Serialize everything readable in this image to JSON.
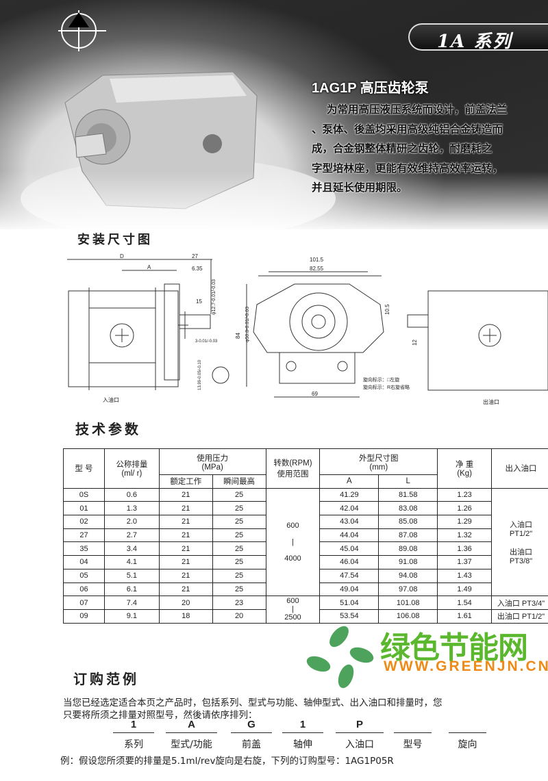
{
  "header": {
    "series_badge": "1A 系列",
    "product_title": "1AG1P 高压齿轮泵",
    "description_lines": [
      "为常用高压液压系统而设计，前盖法兰",
      "、泵体、後盖均采用高级纯铝合金铸造而",
      "成，合金钢整体精研之齿轮，耐磨耗之",
      "字型培林座，更能有效维持高效率运转，",
      "并且延长使用期限。"
    ]
  },
  "drawing": {
    "title": "安装尺寸图",
    "labels": {
      "D": "D",
      "A": "A",
      "d27": "27",
      "d635": "6.35",
      "d15": "15",
      "shaft": "φ12.7-0.01/-0.03",
      "key": "3-0.01/-0.03",
      "keyh": "13.99-0.05/-0.10",
      "w1015": "101.5",
      "w8255": "82.55",
      "pilot": "φ50.8-0.01/-0.03",
      "h84": "84",
      "d105": "10.5",
      "d69": "69",
      "d12": "12",
      "inlet": "入油口",
      "outlet": "出油口",
      "rot1": "旋向标示：□左旋",
      "rot2": "旋向标示：R右旋省略"
    }
  },
  "specs": {
    "title": "技术参数",
    "headers": {
      "model": "型 号",
      "disp": "公称排量",
      "disp_unit": "(ml/ r)",
      "pressure": "使用压力",
      "pressure_unit": "(MPa)",
      "rated": "额定工作",
      "peak": "瞬间最高",
      "rpm": "转数(RPM)",
      "rpm2": "使用范围",
      "dims": "外型尺寸图",
      "dims_unit": "(mm)",
      "A": "A",
      "L": "L",
      "weight": "净 重",
      "weight_unit": "(Kg)",
      "ports": "出入油口"
    },
    "rows": [
      [
        "0S",
        "0.6",
        "21",
        "25",
        "41.29",
        "81.58",
        "1.23"
      ],
      [
        "01",
        "1.3",
        "21",
        "25",
        "42.04",
        "83.08",
        "1.26"
      ],
      [
        "02",
        "2.0",
        "21",
        "25",
        "43.04",
        "85.08",
        "1.29"
      ],
      [
        "27",
        "2.7",
        "21",
        "25",
        "44.04",
        "87.08",
        "1.32"
      ],
      [
        "35",
        "3.4",
        "21",
        "25",
        "45.04",
        "89.08",
        "1.36"
      ],
      [
        "04",
        "4.1",
        "21",
        "25",
        "46.04",
        "91.08",
        "1.37"
      ],
      [
        "05",
        "5.1",
        "21",
        "25",
        "47.54",
        "94.08",
        "1.43"
      ],
      [
        "06",
        "6.1",
        "21",
        "25",
        "49.04",
        "97.08",
        "1.49"
      ],
      [
        "07",
        "7.4",
        "20",
        "23",
        "51.04",
        "101.08",
        "1.54"
      ],
      [
        "09",
        "9.1",
        "18",
        "20",
        "53.54",
        "106.08",
        "1.61"
      ]
    ],
    "rpm_group1": [
      "600",
      "|",
      "4000"
    ],
    "rpm_group2": [
      "600",
      "|",
      "2500"
    ],
    "ports_group1": [
      "入油口",
      "PT1/2\"",
      "出油口",
      "PT3/8\""
    ],
    "ports_group2": [
      "入油口 PT3/4\"",
      "出油口 PT1/2\""
    ]
  },
  "order": {
    "title": "订购范例",
    "text1": "当您已经选定适合本页之产品时，包括系列、型式与功能、轴伸型式、出入油口和排量时，您",
    "text2": "只要将所须之排量对照型号，然後请依序排列：",
    "codes": [
      {
        "code": "1",
        "label": "系列"
      },
      {
        "code": "A",
        "label": "型式/功能"
      },
      {
        "code": "G",
        "label": "前盖"
      },
      {
        "code": "1",
        "label": "轴伸"
      },
      {
        "code": "P",
        "label": "入油口"
      },
      {
        "code": "",
        "label": "型号"
      },
      {
        "code": "",
        "label": "旋向"
      }
    ],
    "example": "例：假设您所须要的排量是5.1ml/rev旋向是右旋，下列的订购型号：1AG1P05R"
  },
  "watermark": {
    "name": "绿色节能网",
    "url": "WWW.GREENJN.CN"
  }
}
